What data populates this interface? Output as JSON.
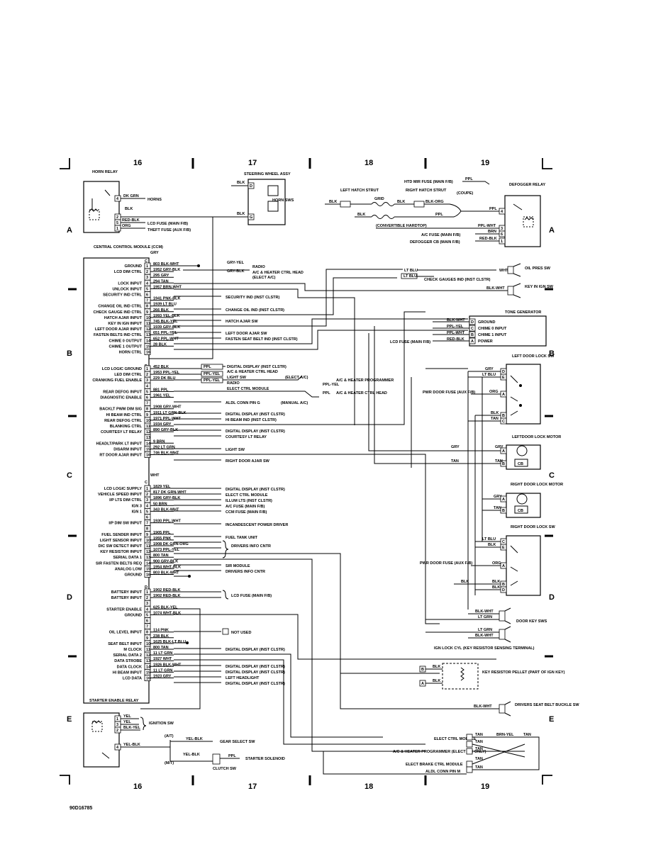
{
  "footer_code": "90D16785",
  "columns": [
    "16",
    "17",
    "18",
    "19"
  ],
  "rows": [
    "A",
    "B",
    "C",
    "D",
    "E"
  ],
  "horn_relay": {
    "title": "HORN RELAY",
    "pins": [
      "4",
      "2",
      "5",
      "1"
    ],
    "wires": [
      {
        "color": "DK GRN",
        "dest": "HORNS"
      },
      {
        "color": "BLK",
        "dest": ""
      },
      {
        "color": "RED-BLK",
        "dest": "LCD FUSE (MAIN F/B)"
      },
      {
        "color": "ORG",
        "dest": "THEFT FUSE (AUX F/B)"
      }
    ]
  },
  "steering_wheel": {
    "title": "STEERING WHEEL ASSY",
    "sub": "HORN SWS",
    "pins": [
      "D",
      "G"
    ],
    "wire": "BLK"
  },
  "defogger": {
    "mir_fuse": "HTD MIR FUSE (MAIN F/B)",
    "ppl": "PPL",
    "left_strut": "LEFT HATCH STRUT",
    "right_strut": "RIGHT HATCH STRUT",
    "grid": "GRID",
    "coupe": "(COUPE)",
    "convertible": "(CONVERTIBLE HARDTOP)",
    "relay": "DEFOGGER RELAY",
    "ac_fuse": "A/C FUSE (MAIN F/B)",
    "cb": "DEFOGGER CB (MAIN F/B)",
    "relay_wires": [
      "PPL",
      "PPL-WHT",
      "BRN",
      "RED-BLK"
    ],
    "pins": [
      "4",
      "3",
      "6",
      "1"
    ],
    "blk": "BLK",
    "blk_org": "BLK-ORG"
  },
  "ccm": {
    "title": "CENTRAL CONTROL MODULE (CCM)",
    "gry": {
      "label": "GRY",
      "code": "C",
      "pins": [
        {
          "n": "1",
          "name": "GROUND",
          "wire": "803 BLK-WHT"
        },
        {
          "n": "2",
          "name": "LCD DIM CTRL",
          "wire": "1952 GRY-BLK"
        },
        {
          "n": "3",
          "name": "",
          "wire": "295 GRY"
        },
        {
          "n": "4",
          "name": "LOCK INPUT",
          "wire": "294 TAN"
        },
        {
          "n": "5",
          "name": "UNLOCK INPUT",
          "wire": "1957 BRN-WHT"
        },
        {
          "n": "6",
          "name": "SECURITY IND CTRL",
          "wire": ""
        },
        {
          "n": "7",
          "name": "",
          "wire": "1941 PNK-BLK"
        },
        {
          "n": "8",
          "name": "CHANGE OIL IND CTRL",
          "wire": "1939 LT BLU"
        },
        {
          "n": "9",
          "name": "CHECK GAUGE IND CTRL",
          "wire": "266 BLK"
        },
        {
          "n": "10",
          "name": "HATCH AJAR INPUT",
          "wire": "1993 YEL-BLK"
        },
        {
          "n": "11",
          "name": "KEY IN IGN INPUT",
          "wire": "745 BLK-YEL"
        },
        {
          "n": "12",
          "name": "LEFT DOOR AJAR INPUT",
          "wire": "1939 GRY-BLK"
        },
        {
          "n": "13",
          "name": "FASTEN BELTS IND CTRL",
          "wire": "651 PPL-YEL"
        },
        {
          "n": "14",
          "name": "CHIME 0 OUTPUT",
          "wire": "652 PPL-WHT"
        },
        {
          "n": "15",
          "name": "CHIME 1 OUTPUT",
          "wire": "28 BLK"
        },
        {
          "n": "16",
          "name": "HORN CTRL",
          "wire": ""
        }
      ],
      "dests": [
        "RADIO",
        "A/C & HEATER CTRL HEAD",
        "(ELECT A/C)",
        "SECURITY IND (INST CLSTR)",
        "CHANGE OIL IND (INST CLSTR)",
        "HATCH AJAR SW",
        "LEFT DOOR AJAR SW",
        "FASTEN SEAT BELT IND (INST CLSTR)",
        "GRY-YEL",
        "GRY-BLK"
      ]
    },
    "d_conn": {
      "code": "D",
      "pins": [
        {
          "n": "1",
          "name": "LCD LOGIC GROUND",
          "wire": "452 BLK"
        },
        {
          "n": "2",
          "name": "LED DIM CTRL",
          "wire": "1953 PPL-YEL"
        },
        {
          "n": "3",
          "name": "CRANKING FUEL ENABLE",
          "wire": "229 DK BLU"
        },
        {
          "n": "4",
          "name": "",
          "wire": ""
        },
        {
          "n": "5",
          "name": "REAR DEFOG INPUT",
          "wire": "881 PPL"
        },
        {
          "n": "6",
          "name": "DIAGNOSTIC ENABLE",
          "wire": "1961 YEL"
        },
        {
          "n": "7",
          "name": "",
          "wire": ""
        },
        {
          "n": "8",
          "name": "BACKLT PWM DIM SIG",
          "wire": "1908 GRY-WHT"
        },
        {
          "n": "9",
          "name": "HI BEAM IND CTRL",
          "wire": "1911 LT GRN-BLK"
        },
        {
          "n": "10",
          "name": "REAR DEFOG CTRL",
          "wire": "1971 PPL-WHT"
        },
        {
          "n": "11",
          "name": "BLANKING CTRL",
          "wire": "1934 GRY"
        },
        {
          "n": "12",
          "name": "COURTESY LT RELAY",
          "wire": "890 GRY-BLK"
        },
        {
          "n": "13",
          "name": "",
          "wire": ""
        },
        {
          "n": "14",
          "name": "HEADLT/PARK LT INPUT",
          "wire": "9 BRN"
        },
        {
          "n": "15",
          "name": "DISARM INPUT",
          "wire": "292 LT GRN"
        },
        {
          "n": "16",
          "name": "RT DOOR AJAR INPUT",
          "wire": "746 BLK-WHT"
        }
      ],
      "dests": [
        "DIGITAL DISPLAY (INST CLSTR)",
        "A/C & HEATER CTRL HEAD",
        "LIGHT SW",
        "RADIO",
        "ELECT CTRL MODULE",
        "A/C & HEATER PROGRAMMER",
        "A/C & HEATER CTRL HEAD",
        "ALDL CONN PIN G",
        "DIGITAL DISPLAY (INST CLSTR)",
        "HI BEAM IND (INST CLSTR)",
        "DIGITAL DISPLAY (INST CLSTR)",
        "COURTESY LT RELAY",
        "LIGHT SW",
        "RIGHT DOOR AJAR SW",
        "(ELECT A/C)",
        "(MANUAL A/C)",
        "PPL",
        "PPL-YEL",
        "PPL-YEL",
        "PPL-YEL"
      ]
    },
    "wht": {
      "label": "WHT",
      "code": "C",
      "pins": [
        {
          "n": "1",
          "name": "LCD LOGIC SUPPLY",
          "wire": "1829 YEL"
        },
        {
          "n": "2",
          "name": "VEHICLE SPEED INPUT",
          "wire": "817 DK GRN-WHT"
        },
        {
          "n": "3",
          "name": "I/P LTS DIM CTRL",
          "wire": "1896 GRY-BLK"
        },
        {
          "n": "4",
          "name": "IGN 3",
          "wire": "50 BRN"
        },
        {
          "n": "5",
          "name": "IGN 1",
          "wire": "343 BLK-WHT"
        },
        {
          "n": "6",
          "name": "",
          "wire": ""
        },
        {
          "n": "7",
          "name": "I/P DIM SW INPUT",
          "wire": "1930 PPL-WHT"
        },
        {
          "n": "8",
          "name": "",
          "wire": ""
        },
        {
          "n": "9",
          "name": "FUEL SENDER INPUT",
          "wire": "1905 PPL"
        },
        {
          "n": "10",
          "name": "LIGHT SENSOR INPUT",
          "wire": "1955 PNK"
        },
        {
          "n": "11",
          "name": "DIC SW DETECT INPUT",
          "wire": "1908 DK GRN-ORG"
        },
        {
          "n": "12",
          "name": "KEY RESISTOR INPUT",
          "wire": "1073 PPL-YEL"
        },
        {
          "n": "13",
          "name": "SERIAL DATA 1",
          "wire": "800 TAN"
        },
        {
          "n": "14",
          "name": "SIR FASTEN BELTS REQ",
          "wire": "900 GRY-BLK"
        },
        {
          "n": "15",
          "name": "ANALOG LOW",
          "wire": "1954 WHT-BLK"
        },
        {
          "n": "16",
          "name": "GROUND",
          "wire": "803 BLK-WHT"
        }
      ],
      "dests": [
        "DIGITAL DISPLAY (INST CLSTR)",
        "ELECT CTRL MODULE",
        "ILLUM LTS (INST CLSTR)",
        "A/C FUSE (MAIN F/B)",
        "CCM FUSE (MAIN F/B)",
        "INCANDESCENT POWER DRIVER",
        "FUEL TANK UNIT",
        "DRIVERS INFO CNTR",
        "SIR MODULE",
        "DRIVERS INFO CNTR"
      ]
    },
    "d2": {
      "code": "D",
      "pins": [
        {
          "n": "1",
          "name": "BATTERY INPUT",
          "wire": "1902 RED-BLK"
        },
        {
          "n": "2",
          "name": "BATTERY INPUT",
          "wire": "1902 RED-BLK"
        },
        {
          "n": "3",
          "name": "",
          "wire": ""
        },
        {
          "n": "4",
          "name": "STARTER ENABLE",
          "wire": "625 BLK-YEL"
        },
        {
          "n": "5",
          "name": "GROUND",
          "wire": "1074 WHT-BLK"
        },
        {
          "n": "6",
          "name": "",
          "wire": ""
        },
        {
          "n": "7",
          "name": "",
          "wire": ""
        },
        {
          "n": "8",
          "name": "OIL LEVEL INPUT",
          "wire": "114 PNK"
        },
        {
          "n": "9",
          "name": "",
          "wire": "238 BLK"
        },
        {
          "n": "10",
          "name": "SEAT BELT INPUT",
          "wire": "1625 BLK-LT BLU"
        },
        {
          "n": "11",
          "name": "M CLOCK",
          "wire": "800 TAN"
        },
        {
          "n": "12",
          "name": "SERIAL DATA 2",
          "wire": "11 LT GRN"
        },
        {
          "n": "13",
          "name": "DATA STROBE",
          "wire": "1927 WHT"
        },
        {
          "n": "14",
          "name": "DATA CLOCK",
          "wire": "1926 BLK-WHT"
        },
        {
          "n": "15",
          "name": "HI BEAM INPUT",
          "wire": "11 LT GRN"
        },
        {
          "n": "16",
          "name": "LCD DATA",
          "wire": "1923 GRY"
        }
      ],
      "dests": [
        "LCD FUSE (MAIN F/B)",
        "NOT USED",
        "DIGITAL DISPLAY (INST CLSTR)",
        "DIGITAL DISPLAY (INST CLSTR)",
        "DIGITAL DISPLAY (INST CLSTR)",
        "LEFT HEADLIGHT",
        "DIGITAL DISPLAY (INST CLSTR)"
      ]
    }
  },
  "oil_pres": {
    "title": "OIL PRES SW",
    "wire": "LT BLU",
    "wht": "WHT",
    "dest": "CHECK GAUGES IND (INST CLSTR)"
  },
  "key_in": {
    "title": "KEY IN IGN SW",
    "wire": "BLK-WHT"
  },
  "tone": {
    "title": "TONE GENERATOR",
    "pins": [
      {
        "p": "D",
        "name": "GROUND",
        "wire": "BLK-WHT"
      },
      {
        "p": "C",
        "name": "CHIME 0 INPUT",
        "wire": "PPL-YEL"
      },
      {
        "p": "B",
        "name": "CHIME 1 INPUT",
        "wire": "PPL-WHT"
      },
      {
        "p": "A",
        "name": "POWER",
        "wire": "RED-BLK"
      }
    ],
    "fuse": "LCD FUSE (MAIN F/B)"
  },
  "left_door_lock": {
    "title": "LEFT DOOR LOCK SW",
    "pins": [
      "D",
      "E",
      "A",
      "B",
      "C"
    ],
    "wires": [
      "GRY",
      "LT BLU",
      "ORG",
      "BLK",
      "TAN"
    ],
    "fuse": "PWR DOOR FUSE (AUX F/B)"
  },
  "left_door_motor": {
    "title": "LEFTDOOR LOCK MOTOR",
    "pins": [
      "A",
      "B"
    ],
    "wires": [
      "GRY",
      "TAN"
    ],
    "cb": "CB"
  },
  "right_door_motor": {
    "title": "RIGHT DOOR LOCK MOTOR",
    "pins": [
      "A",
      "B"
    ],
    "wires": [
      "GRY",
      "TAN"
    ],
    "cb": "CB"
  },
  "right_door_lock": {
    "title": "RIGHT DOOR LOCK SW",
    "pins": [
      "C",
      "E",
      "A",
      "B",
      "D"
    ],
    "wires": [
      "LT BLU",
      "BLK",
      "ORG",
      "BLK",
      "BLK"
    ],
    "fuse": "PWR DOOR FUSE (AUX F/B)"
  },
  "door_key": {
    "title": "DOOR KEY SWS",
    "wires": [
      "BLK-WHT",
      "LT GRN",
      "LT GRN",
      "BLK-WHT"
    ]
  },
  "ign_lock": {
    "title": "IGN LOCK CYL (KEY RESISTOR SENSING TERMINAL)",
    "pins": [
      "B",
      "A"
    ],
    "wire": "BLK",
    "pellet": "KEY RESISTOR PELLET (PART OF IGN KEY)"
  },
  "seat_belt": {
    "title": "DRIVERS SEAT BELT BUCKLE SW",
    "wire": "BLK-WHT"
  },
  "starter_relay": {
    "title": "STARTER ENABLE RELAY",
    "pins": [
      "1",
      "3",
      "2",
      "4"
    ],
    "wires": [
      "YEL",
      "YEL",
      "BLK-YEL",
      "YEL-BLK"
    ],
    "ign": "IGNITION SW",
    "at": "(A/T)",
    "mt": "(M/T)",
    "gear": "GEAR SELECT SW",
    "wire_at": "YEL-BLK",
    "wire_mt": "YEL-BLK",
    "ppl": "PPL",
    "sol": "STARTER SOLENOID",
    "clutch": "CLUTCH SW"
  },
  "ecm_block": {
    "items": [
      "ELECT CTRL MODULE",
      "A/C & HEATER PROGRAMMER (ELECT A/C ONLY)",
      "ELECT BRAKE CTRL MODULE",
      "ALDL CONN PIN M"
    ],
    "wires": [
      "TAN",
      "TAN",
      "TAN",
      "TAN",
      "TAN"
    ],
    "brn": "BRN-YEL",
    "tan_out": "TAN"
  }
}
